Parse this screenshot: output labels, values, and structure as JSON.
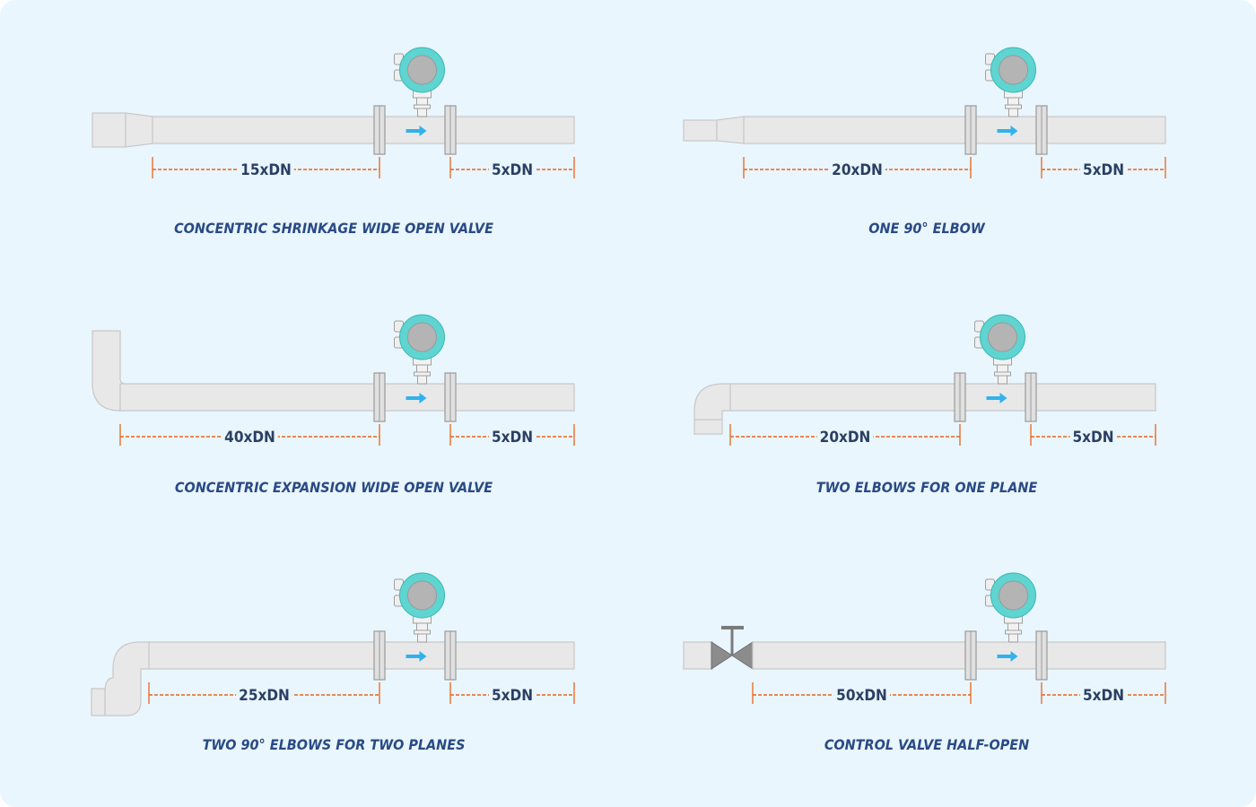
{
  "panels": [
    {
      "id": "concentric-shrinkage",
      "upstream_type": "reducer",
      "upstream_label": "15xDN",
      "downstream_label": "5xDN",
      "caption": "CONCENTRIC SHRINKAGE WIDE OPEN VALVE"
    },
    {
      "id": "one-elbow",
      "upstream_type": "reducer-small",
      "upstream_label": "20xDN",
      "downstream_label": "5xDN",
      "caption": "ONE 90° ELBOW"
    },
    {
      "id": "concentric-expansion",
      "upstream_type": "elbow-up",
      "upstream_label": "40xDN",
      "downstream_label": "5xDN",
      "caption": "CONCENTRIC EXPANSION WIDE OPEN VALVE"
    },
    {
      "id": "two-elbows-one-plane",
      "upstream_type": "u-bend",
      "upstream_label": "20xDN",
      "downstream_label": "5xDN",
      "caption": "TWO ELBOWS FOR ONE PLANE"
    },
    {
      "id": "two-elbows-two-planes",
      "upstream_type": "double-elbow",
      "upstream_label": "25xDN",
      "downstream_label": "5xDN",
      "caption": "TWO 90° ELBOWS FOR TWO PLANES"
    },
    {
      "id": "control-valve",
      "upstream_type": "valve",
      "upstream_label": "50xDN",
      "downstream_label": "5xDN",
      "caption": "CONTROL VALVE HALF-OPEN"
    }
  ],
  "colors": {
    "background": "#e9f6fd",
    "pipe_fill": "#e8e8e8",
    "pipe_stroke": "#c8c8c8",
    "dimension_line": "#e8641c",
    "dimension_text": "#2b3f63",
    "caption_text": "#2a4a85",
    "arrow": "#31b2ec",
    "meter_ring": "#5fd4d0",
    "meter_face": "#b4b4b4",
    "valve": "#8c8c8c"
  }
}
